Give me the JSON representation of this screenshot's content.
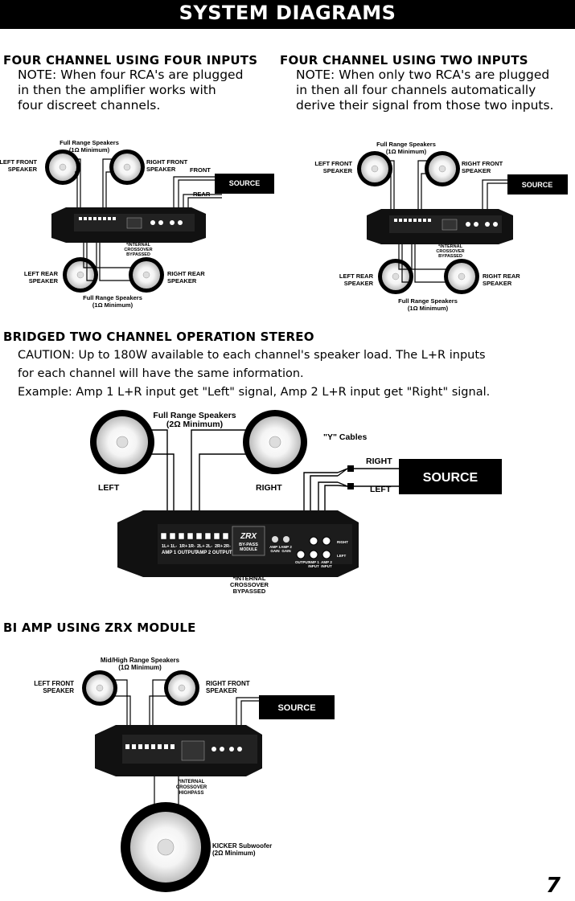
{
  "header": {
    "title": "SYSTEM DIAGRAMS"
  },
  "section1": {
    "title": "FOUR CHANNEL USING FOUR  INPUTS",
    "note_lines": [
      "NOTE: When four RCA's are plugged",
      "in then the amplifier works with",
      "four discreet channels."
    ],
    "top_caption": [
      "Full Range Speakers",
      "(1Ω Minimum)"
    ],
    "bottom_caption": [
      "Full Range Speakers",
      "(1Ω Minimum)"
    ],
    "left_front": [
      "LEFT FRONT",
      "SPEAKER"
    ],
    "right_front": [
      "RIGHT FRONT",
      "SPEAKER"
    ],
    "left_rear": [
      "LEFT REAR",
      "SPEAKER"
    ],
    "right_rear": [
      "RIGHT REAR",
      "SPEAKER"
    ],
    "front_label": "FRONT",
    "rear_label": "REAR",
    "source": "SOURCE",
    "crossover": [
      "*INTERNAL",
      "CROSSOVER",
      "BYPASSED"
    ]
  },
  "section2": {
    "title": "FOUR CHANNEL USING TWO  INPUTS",
    "note_lines": [
      "NOTE: When only two RCA's are plugged",
      "in then all four channels automatically",
      "derive their signal from those two inputs."
    ],
    "top_caption": [
      "Full Range Speakers",
      "(1Ω Minimum)"
    ],
    "bottom_caption": [
      "Full Range Speakers",
      "(1Ω Minimum)"
    ],
    "left_front": [
      "LEFT FRONT",
      "SPEAKER"
    ],
    "right_front": [
      "RIGHT FRONT",
      "SPEAKER"
    ],
    "left_rear": [
      "LEFT REAR",
      "SPEAKER"
    ],
    "right_rear": [
      "RIGHT REAR",
      "SPEAKER"
    ],
    "source": "SOURCE",
    "crossover": [
      "*INTERNAL",
      "CROSSOVER",
      "BYPASSED"
    ]
  },
  "section3": {
    "title": "BRIDGED TWO CHANNEL OPERATION STEREO",
    "lines": [
      "CAUTION: Up to 180W available to each channel's speaker load. The L+R inputs",
      "for each channel will have the same information.",
      "Example: Amp 1 L+R input get \"Left\" signal, Amp 2 L+R input get \"Right\" signal."
    ],
    "caption": [
      "Full Range Speakers",
      "(2Ω Minimum)"
    ],
    "left": "LEFT",
    "right": "RIGHT",
    "y_cables": "\"Y\" Cables",
    "right_input": "RIGHT",
    "left_input": "LEFT",
    "source": "SOURCE",
    "crossover": [
      "*INTERNAL",
      "CROSSOVER",
      "BYPASSED"
    ],
    "amp": {
      "terminals": [
        "1L+",
        "1L-",
        "1R+",
        "1R-",
        "2L+",
        "2L-",
        "2R+",
        "2R-"
      ],
      "amp1_output": "AMP 1 OUTPUT",
      "amp2_output": "AMP 2 OUTPUT",
      "brand": "ZRX",
      "module": [
        "BY-PASS",
        "MODULE"
      ],
      "gains": [
        "AMP 1",
        "GAIN",
        "AMP 2",
        "GAIN"
      ],
      "output": "OUTPUT",
      "amp1_input": [
        "AMP 1",
        "INPUT"
      ],
      "amp2_input": [
        "AMP 2",
        "INPUT"
      ],
      "right": "RIGHT",
      "left": "LEFT"
    }
  },
  "section4": {
    "title": "BI AMP USING ZRX MODULE",
    "caption": [
      "Mid/High Range Speakers",
      "(1Ω Minimum)"
    ],
    "left_front": [
      "LEFT FRONT",
      "SPEAKER"
    ],
    "right_front": [
      "RIGHT FRONT",
      "SPEAKER"
    ],
    "source": "SOURCE",
    "crossover": [
      "*INTERNAL",
      "CROSSOVER",
      "HIGHPASS"
    ],
    "sub": [
      "KICKER Subwoofer",
      "(2Ω Minimum)"
    ]
  },
  "page_number": "7"
}
